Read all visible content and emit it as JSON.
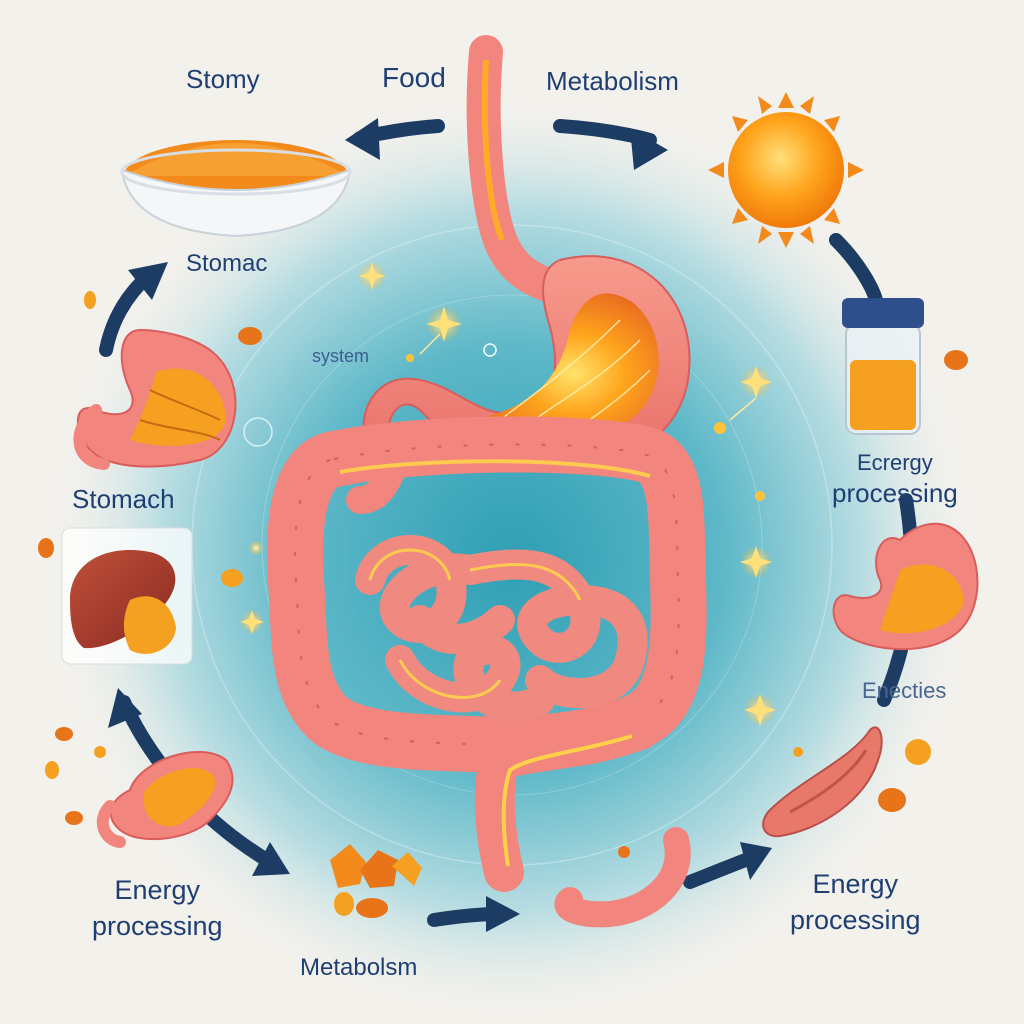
{
  "labels": {
    "stomy": "Stomy",
    "food": "Food",
    "metabolism_top": "Metabolism",
    "stomac": "Stomac",
    "system": "system",
    "stomach": "Stomach",
    "ecrgy": "Ecrergy",
    "processing_right_top": "processing",
    "enecties": "Enecties",
    "energy_left": "Energy",
    "processing_left": "processing",
    "energy_right": "Energy",
    "processing_right": "processing",
    "metabolism_bottom": "Metabolsm"
  },
  "colors": {
    "background": "#f3f1ec",
    "halo": "#2f9fb4",
    "label_text": "#1f3f73",
    "arrow": "#1d3c64",
    "intestine": "#f2857d",
    "intestine_dark": "#d85d5c",
    "glow": "#ffb21a",
    "orange": "#f28a1c",
    "sun": "#ff9a0f"
  },
  "icons": [
    "bowl-of-orange-grains-icon",
    "sun-icon",
    "jar-icon",
    "stomach-icon",
    "liver-icon",
    "pancreas-icon",
    "food-pieces-icon",
    "sparkle-icon",
    "cycle-arrow-icon"
  ]
}
